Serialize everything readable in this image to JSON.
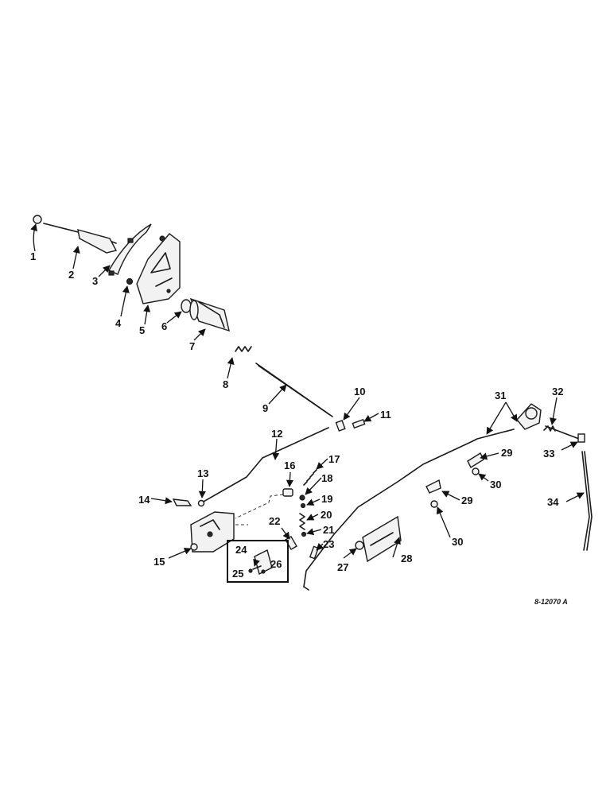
{
  "callouts": [
    "1",
    "2",
    "3",
    "4",
    "5",
    "6",
    "7",
    "8",
    "9",
    "10",
    "11",
    "12",
    "13",
    "14",
    "15",
    "16",
    "17",
    "18",
    "19",
    "20",
    "21",
    "22",
    "23",
    "24",
    "25",
    "26",
    "27",
    "28",
    "29",
    "29",
    "30",
    "30",
    "31",
    "32",
    "33",
    "34"
  ],
  "drawing_code": "8-12070 A"
}
